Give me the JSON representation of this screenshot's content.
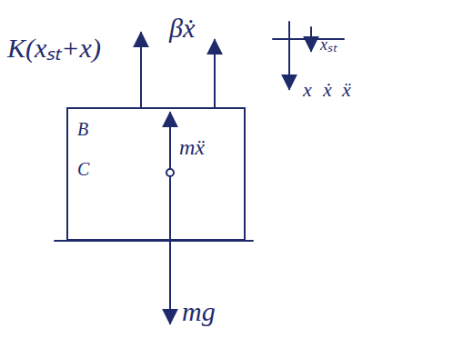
{
  "diagram": {
    "nodes": [
      {
        "text": [
          "B",
          "C",
          "mẍ"
        ]
      }
    ],
    "labels": [
      "K(xₛₜ+x)",
      "βẋ",
      "xₛₜ",
      "x",
      "ẋ",
      "ẍ",
      "mg"
    ]
  }
}
